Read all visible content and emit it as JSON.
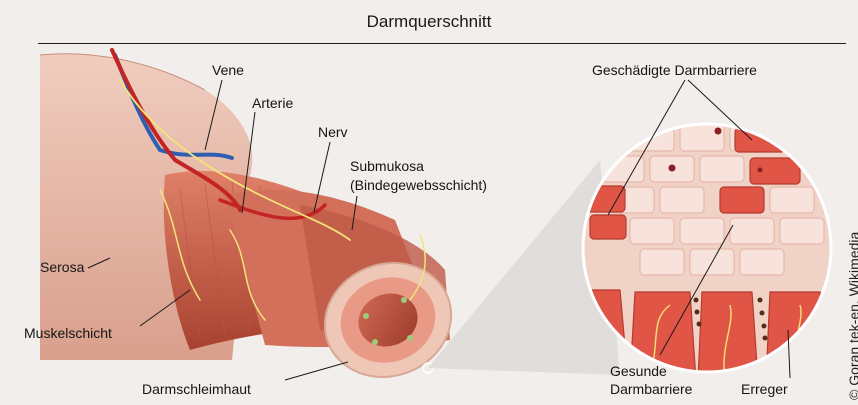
{
  "title": "Darmquerschnitt",
  "labels": {
    "vene": "Vene",
    "arterie": "Arterie",
    "nerv": "Nerv",
    "submukosa_1": "Submukosa",
    "submukosa_2": "(Bindegewebsschicht)",
    "serosa": "Serosa",
    "muskelschicht": "Muskelschicht",
    "darmschleimhaut": "Darmschleimhaut",
    "geschaedigte": "Geschädigte Darmbarriere",
    "gesunde_1": "Gesunde",
    "gesunde_2": "Darmbarriere",
    "erreger": "Erreger"
  },
  "credit": "© Goran tek-en, Wikimedia",
  "colors": {
    "background": "#f1eeec",
    "tissue": "#e4b4a4",
    "muscle": "#c85a45",
    "vein": "#2f5fb0",
    "artery": "#c42323",
    "nerve": "#f3e37a",
    "damaged_cell": "#e05545",
    "healthy_cell": "#f3d8d0"
  }
}
